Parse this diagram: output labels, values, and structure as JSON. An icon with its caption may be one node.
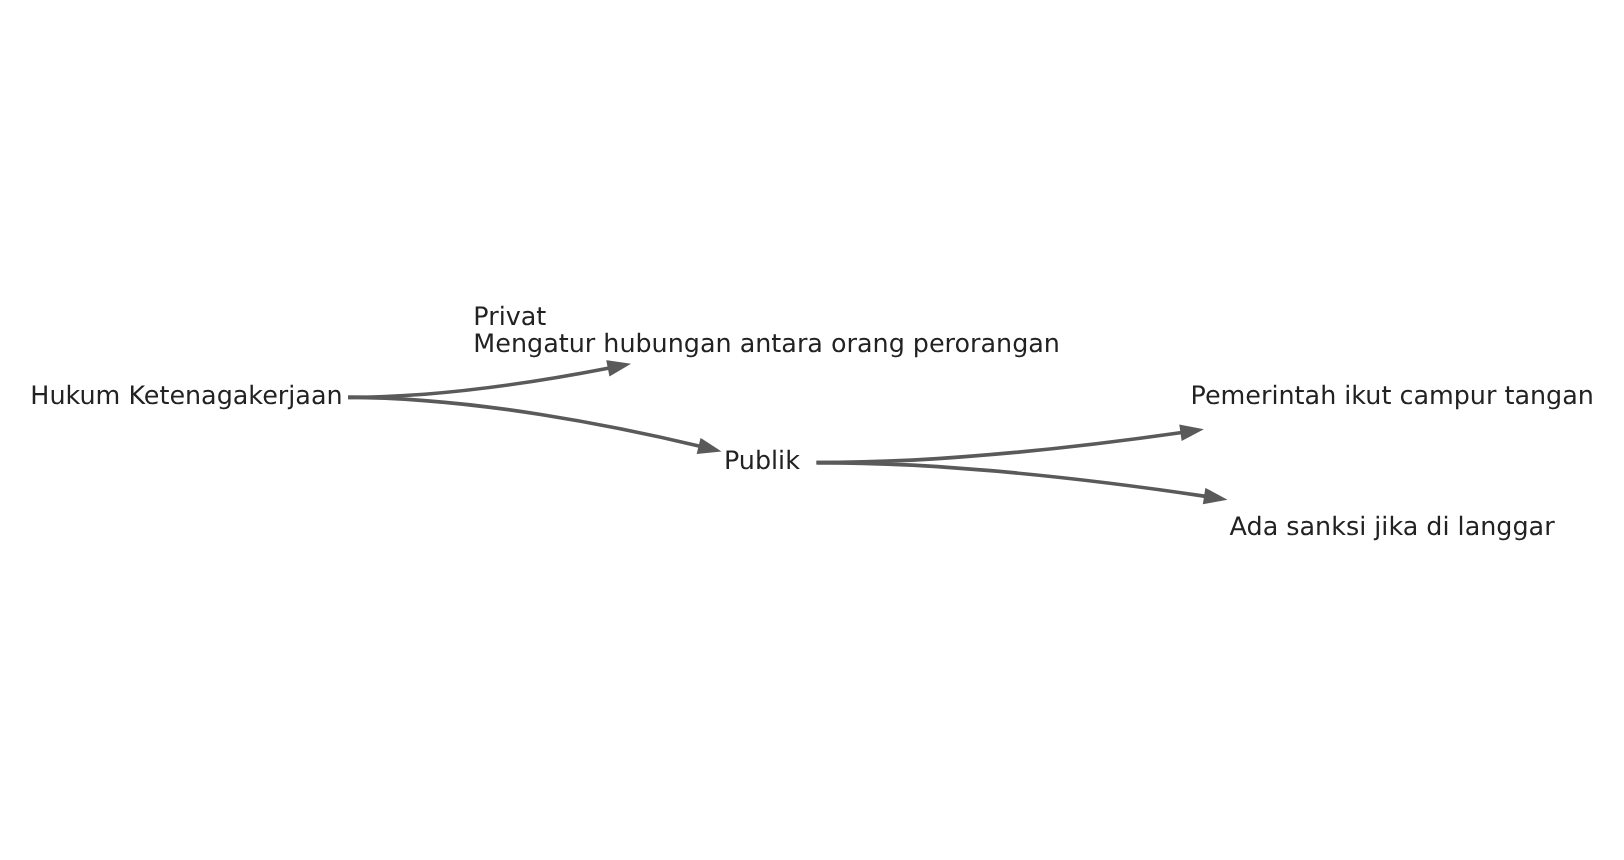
{
  "diagram": {
    "nodes": [
      {
        "text": [
          "Hukum Ketenagakerjaan"
        ]
      },
      {
        "text": [
          "Privat",
          "Mengatur hubungan antara orang perorangan"
        ]
      },
      {
        "text": [
          "Publik"
        ]
      },
      {
        "text": [
          "Pemerintah ikut campur tangan"
        ]
      },
      {
        "text": [
          "Ada sanksi jika di langgar"
        ]
      }
    ],
    "edges": [
      {
        "from": 0,
        "to": 1,
        "arrow": "to"
      },
      {
        "from": 0,
        "to": 2,
        "arrow": "to"
      },
      {
        "from": 2,
        "to": 3,
        "arrow": "to"
      },
      {
        "from": 2,
        "to": 4,
        "arrow": "to"
      }
    ]
  }
}
